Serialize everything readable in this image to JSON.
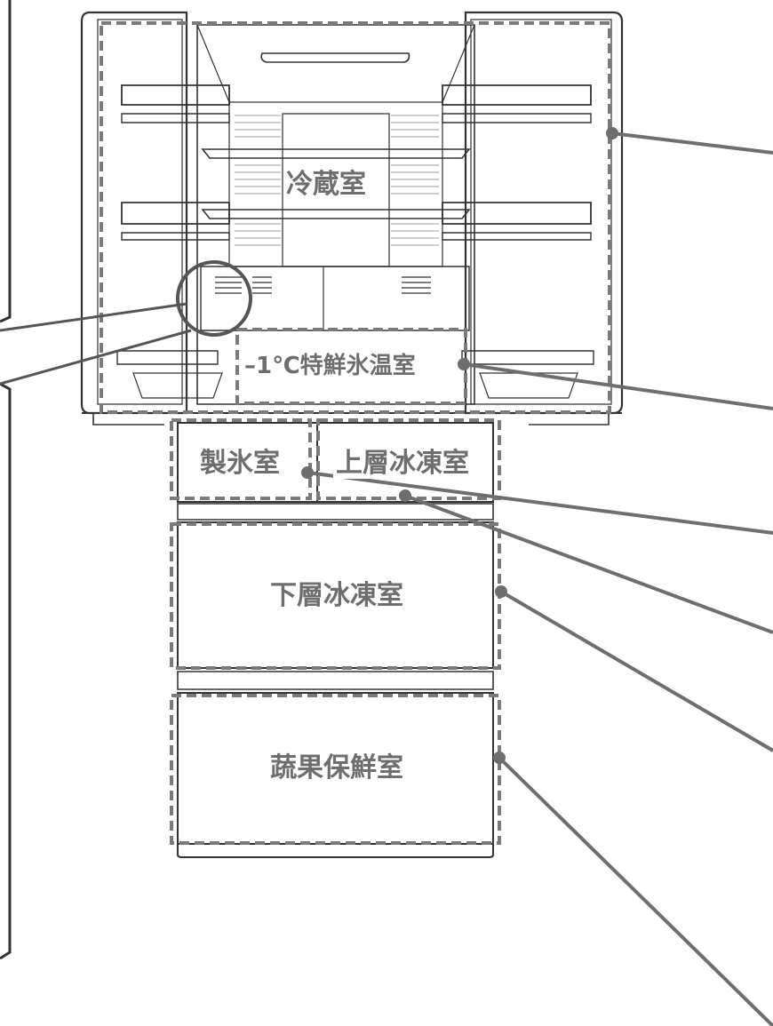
{
  "labels": {
    "refrigerator": "冷蔵室",
    "chilled": "–1℃特鮮氷温室",
    "ice_maker": "製氷室",
    "upper_freezer": "上層冰凍室",
    "lower_freezer": "下層冰凍室",
    "vegetable": "蔬果保鮮室"
  },
  "colors": {
    "outline": "#333333",
    "dashed": "#7a7a7a",
    "leader": "#6e6e6e",
    "label": "#6e6e6e",
    "light_line": "#bdbdbd",
    "vent": "#555555"
  }
}
